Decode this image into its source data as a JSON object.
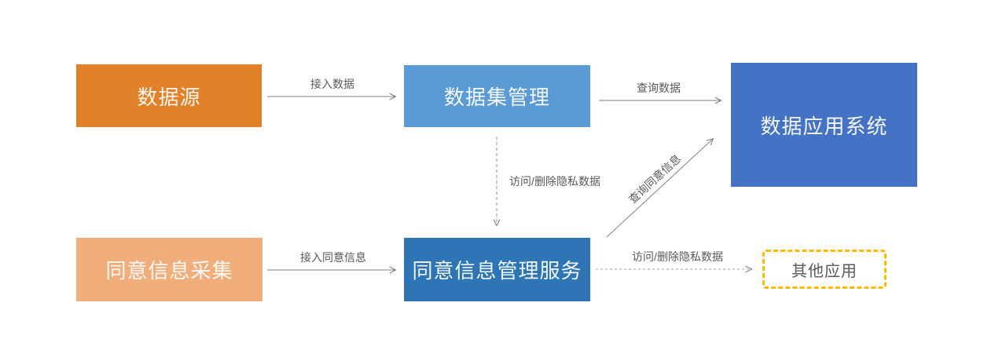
{
  "diagram": {
    "title": "consent-data-flow-diagram",
    "nodes": [
      {
        "id": "data-source",
        "label": "数据源",
        "color": "#E28127",
        "shape": "rect"
      },
      {
        "id": "dataset-management",
        "label": "数据集管理",
        "color": "#5B9BD5",
        "shape": "rect"
      },
      {
        "id": "data-application-system",
        "label": "数据应用系统",
        "color": "#4472C4",
        "shape": "rect"
      },
      {
        "id": "consent-collection",
        "label": "同意信息采集",
        "color": "#F1AE7B",
        "shape": "rect"
      },
      {
        "id": "consent-management-service",
        "label": "同意信息管理服务",
        "color": "#2E75B6",
        "shape": "rect"
      },
      {
        "id": "other-applications",
        "label": "其他应用",
        "color": "#FFB900",
        "shape": "dashed-outline-rect"
      }
    ],
    "edges": [
      {
        "from": "data-source",
        "to": "dataset-management",
        "label": "接入数据",
        "style": "solid"
      },
      {
        "from": "dataset-management",
        "to": "data-application-system",
        "label": "查询数据",
        "style": "solid"
      },
      {
        "from": "dataset-management",
        "to": "consent-management-service",
        "label": "访问/删除隐私数据",
        "style": "dashed"
      },
      {
        "from": "consent-management-service",
        "to": "data-application-system",
        "label": "查询同意信息",
        "style": "solid"
      },
      {
        "from": "consent-collection",
        "to": "consent-management-service",
        "label": "接入同意信息",
        "style": "solid"
      },
      {
        "from": "consent-management-service",
        "to": "other-applications",
        "label": "访问/删除隐私数据",
        "style": "dashed"
      }
    ],
    "colors": {
      "edge_line": "#808080",
      "edge_label_text": "#595959",
      "node_text": "#F5F5F5",
      "other_app_border": "#FFB900",
      "background": "#FFFFFF"
    }
  }
}
